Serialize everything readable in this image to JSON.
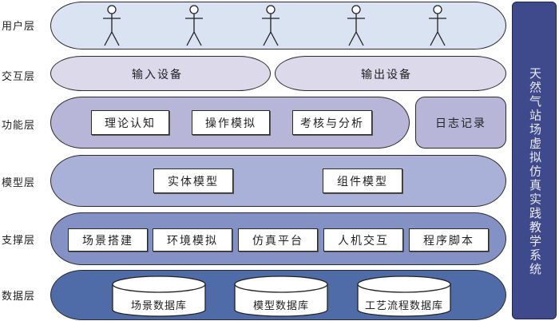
{
  "title": "天然气站场虚拟仿真实践教学系统",
  "colors": {
    "user_layer": "#dae3f1",
    "interaction_layer": "#dcd9ea",
    "function_layer": "#b8b6d8",
    "model_layer": "#a9b1d8",
    "support_layer": "#8391c4",
    "data_layer": "#4f6ca8",
    "side_panel": "#3e4a8c"
  },
  "layers": {
    "user": {
      "label": "用户层",
      "user_count": 5,
      "icon": "stick-figure-user-icon"
    },
    "interaction": {
      "label": "交互层",
      "items": [
        "输入设备",
        "输出设备"
      ]
    },
    "function": {
      "label": "功能层",
      "items": [
        "理论认知",
        "操作模拟",
        "考核与分析"
      ],
      "side_item": "日志记录"
    },
    "model": {
      "label": "模型层",
      "items": [
        "实体模型",
        "组件模型"
      ]
    },
    "support": {
      "label": "支撑层",
      "items": [
        "场景搭建",
        "环境模拟",
        "仿真平台",
        "人机交互",
        "程序脚本"
      ]
    },
    "data": {
      "label": "数据层",
      "items": [
        "场景数据库",
        "模型数据库",
        "工艺流程数据库"
      ],
      "icon": "database-cylinder-icon"
    }
  }
}
